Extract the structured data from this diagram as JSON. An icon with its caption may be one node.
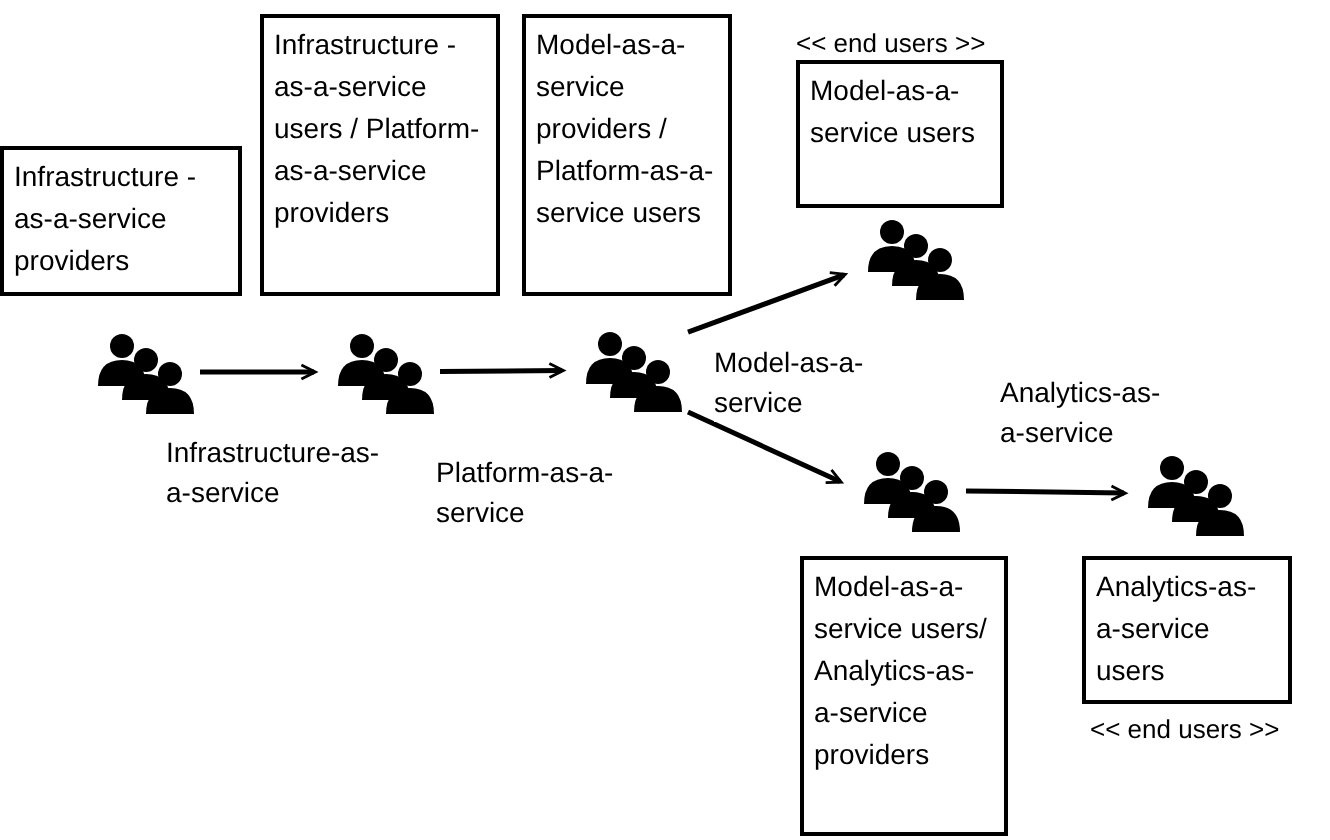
{
  "diagram": {
    "nodes": [
      {
        "text": [
          "Infrastructure -as-a-service providers"
        ]
      },
      {
        "text": [
          "Infrastructure -as-a-service users / Platform-as-a-service providers"
        ]
      },
      {
        "text": [
          "Model-as-a-service providers / Platform-as-a-service users"
        ]
      },
      {
        "text": [
          "Model-as-a-service users"
        ],
        "beside": [
          "<< end users >>"
        ]
      },
      {
        "text": [],
        "shape": "person"
      },
      {
        "text": [],
        "shape": "person"
      },
      {
        "text": [],
        "shape": "person"
      },
      {
        "text": [],
        "shape": "person"
      },
      {
        "text": [],
        "shape": "person"
      },
      {
        "text": [],
        "shape": "person"
      },
      {
        "text": [
          "Model-as-a-service users/ Analytics-as-a-service providers"
        ]
      },
      {
        "text": [
          "Analytics-as-a-service users"
        ],
        "beside": [
          "<< end users >>"
        ]
      }
    ],
    "edges": [
      {
        "from": 4,
        "to": 5,
        "arrow": "to",
        "label": "Infrastructure-as-a-service"
      },
      {
        "from": 5,
        "to": 6,
        "arrow": "to",
        "label": "Platform-as-a-service"
      },
      {
        "from": 6,
        "to": 7,
        "arrow": "to",
        "label": "Model-as-a-service"
      },
      {
        "from": 6,
        "to": 8,
        "arrow": "to"
      },
      {
        "from": 8,
        "to": 9,
        "arrow": "to",
        "label": "Analytics-as-a-service"
      }
    ]
  }
}
